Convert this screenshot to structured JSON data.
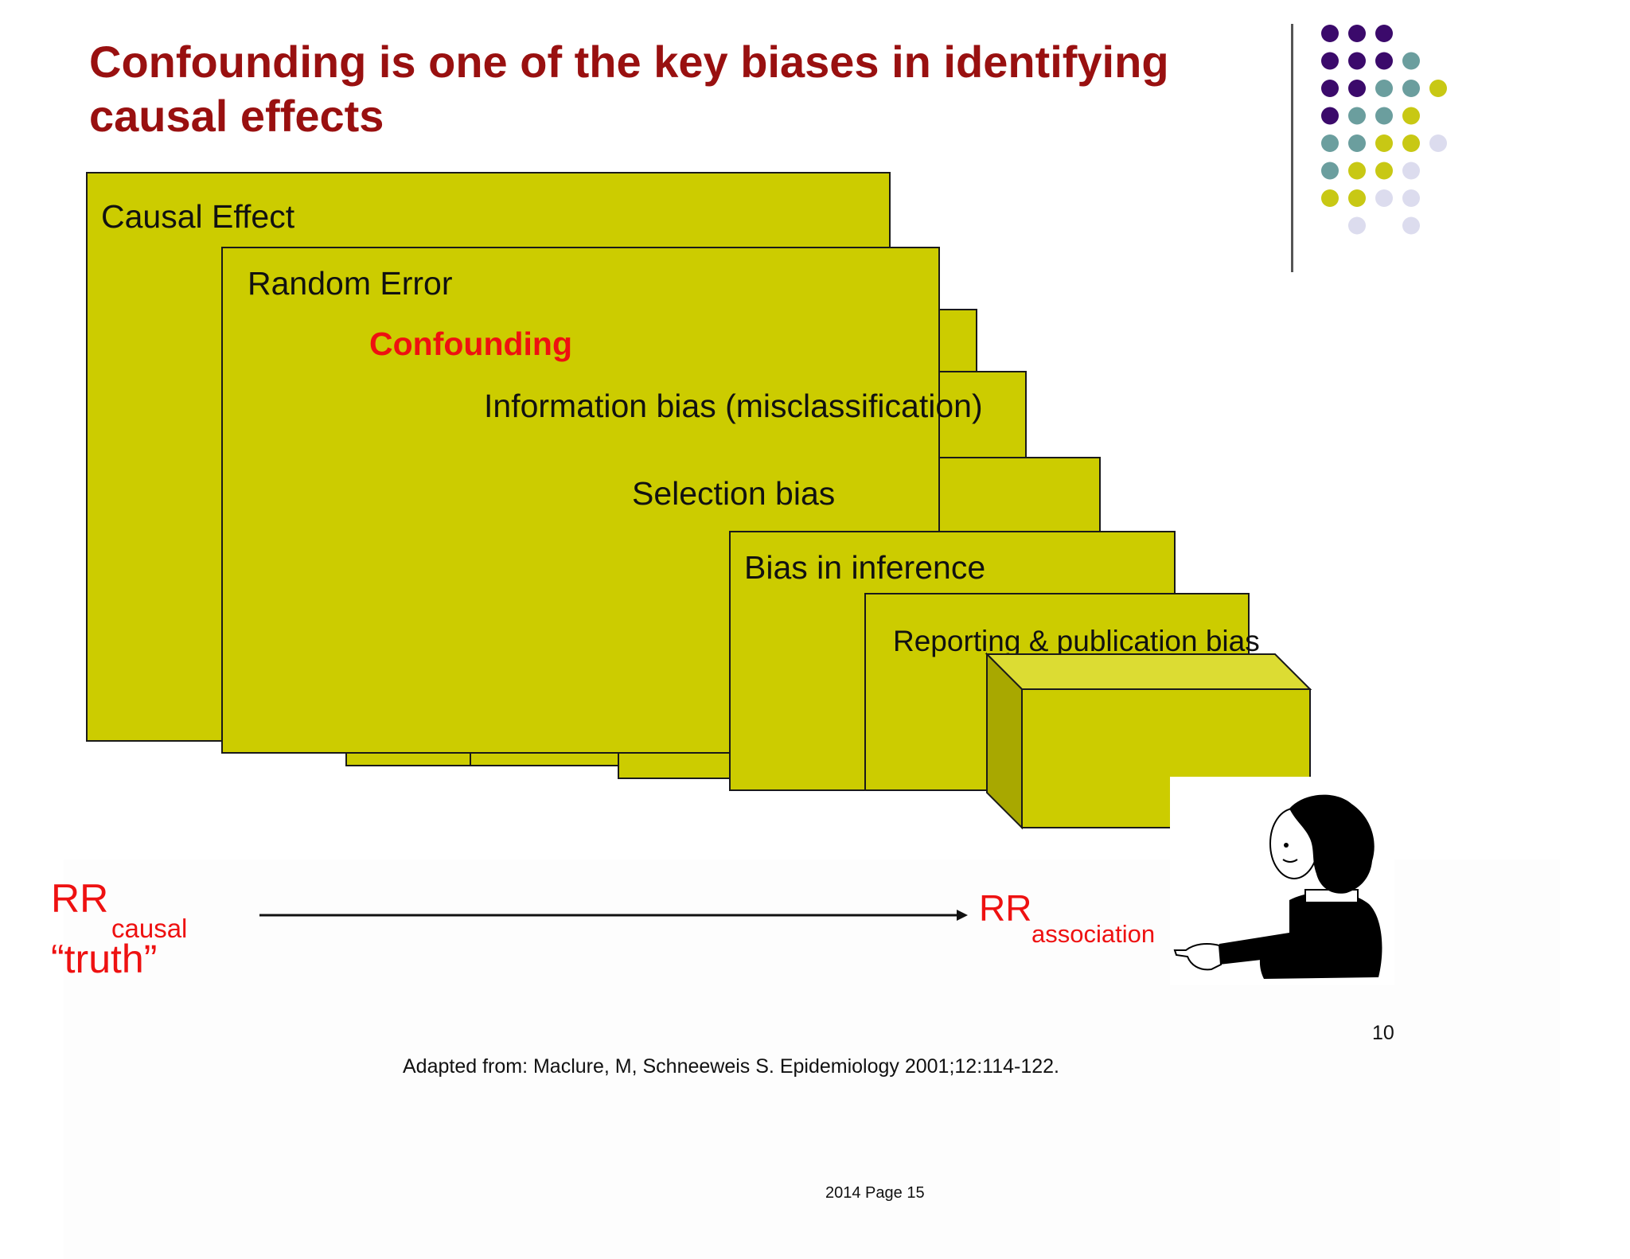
{
  "slide": {
    "title": "Confounding is one of the key biases in identifying causal effects",
    "page_number": "10",
    "citation": "Adapted from: Maclure, M, Schneeweis S. Epidemiology 2001;12:114-122.",
    "footer": "2014 Page 15"
  },
  "diagram": {
    "layers": {
      "causal_effect": "Causal Effect",
      "random_error": "Random Error",
      "confounding": "Confounding",
      "information_bias": "Information bias (misclassification)",
      "selection_bias": "Selection bias",
      "bias_in_inference": "Bias in inference",
      "reporting_bias": "Reporting & publication bias"
    },
    "rr_causal": {
      "main": "RR",
      "sub": "causal",
      "caption": "“truth”"
    },
    "rr_association": {
      "main": "RR",
      "sub": "association"
    }
  },
  "colors": {
    "title": "#991010",
    "box_fill": "#cccc00",
    "highlight_text": "#ee1111",
    "dot_purple": "#3b0a6b",
    "dot_teal": "#6b9e9e",
    "dot_yellow": "#c8c814",
    "dot_lavender": "#dcdcee"
  },
  "decoration": {
    "dot_grid": [
      "PPP..",
      "PPPT.",
      "PPTTY",
      "PTTY.",
      "TTYYL",
      "TYYL.",
      "YYLL.",
      ".L.L."
    ]
  }
}
